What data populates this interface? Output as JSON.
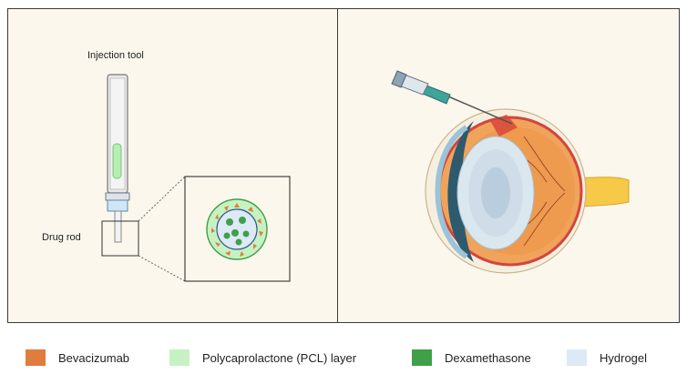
{
  "labels": {
    "injection_tool": "Injection tool",
    "drug_rod": "Drug rod"
  },
  "legend": [
    {
      "label": "Bevacizumab",
      "color": "#e07d3e"
    },
    {
      "label": "Polycaprolactone (PCL) layer",
      "color": "#c6f2c3"
    },
    {
      "label": "Dexamethasone",
      "color": "#3fa049"
    },
    {
      "label": "Hydrogel",
      "color": "#dde9f6"
    }
  ]
}
